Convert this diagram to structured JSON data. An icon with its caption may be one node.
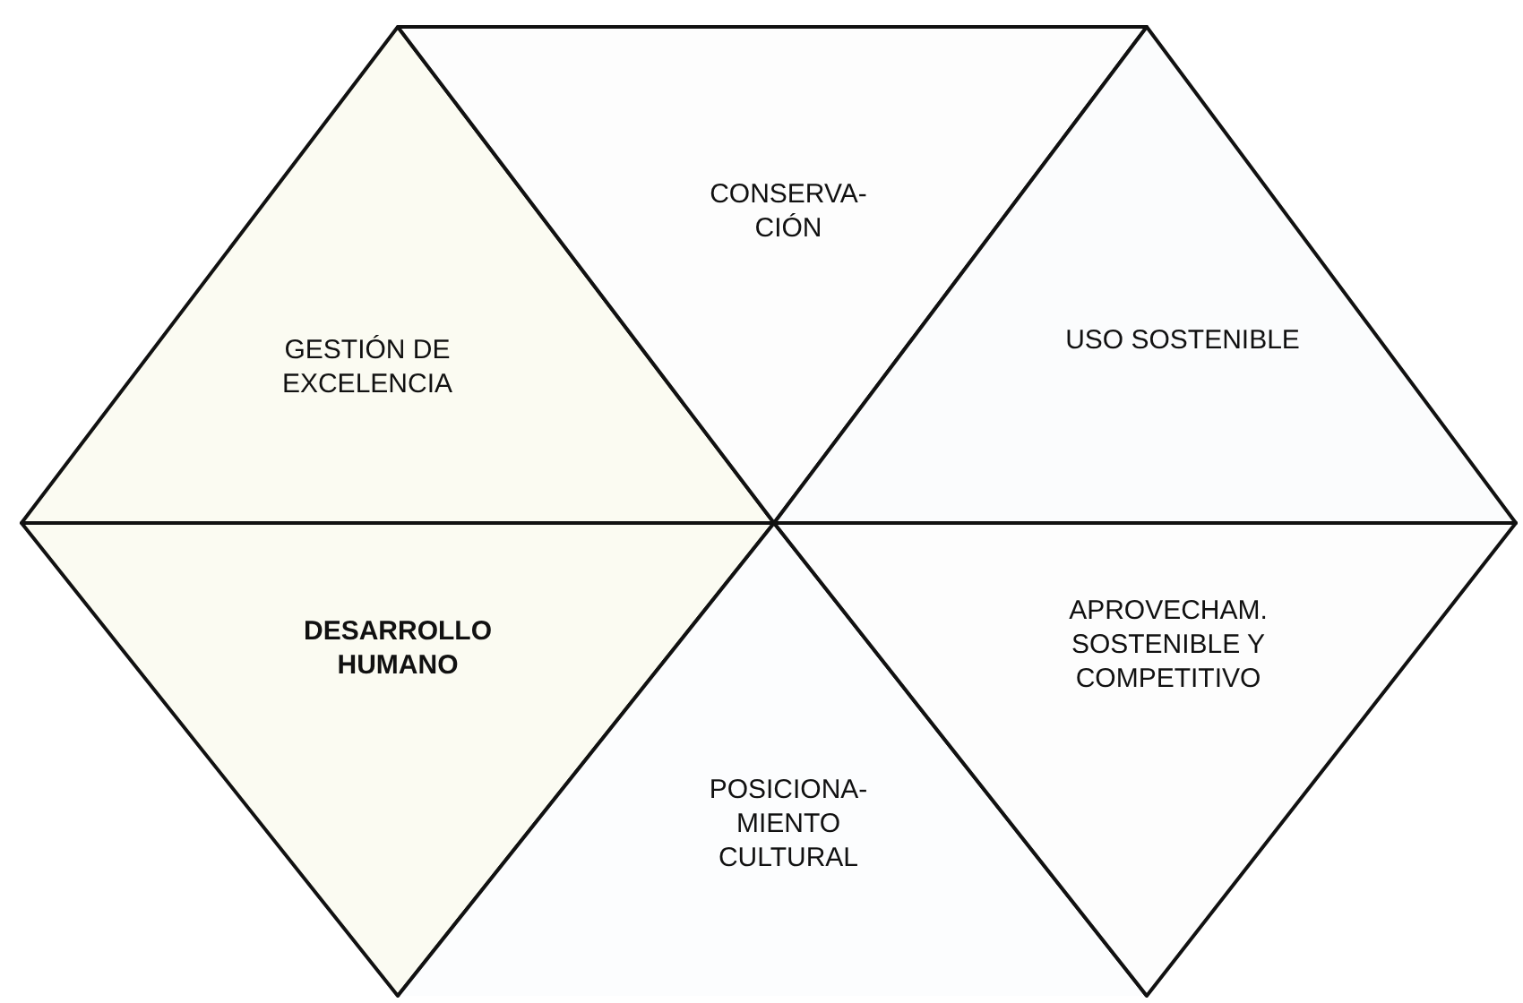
{
  "diagram": {
    "nodes": [
      {
        "text": [
          "GESTIÓN DE EXCELENCIA"
        ]
      },
      {
        "text": [
          "CONSERVA- CIÓN"
        ]
      },
      {
        "text": [
          "USO SOSTENIBLE"
        ]
      },
      {
        "text": [
          "DESARROLLO HUMANO"
        ]
      },
      {
        "text": [
          "POSICIONA- MIENTO CULTURAL"
        ]
      },
      {
        "text": [
          "APROVECHAM. SOSTENIBLE Y COMPETITIVO"
        ]
      }
    ]
  }
}
